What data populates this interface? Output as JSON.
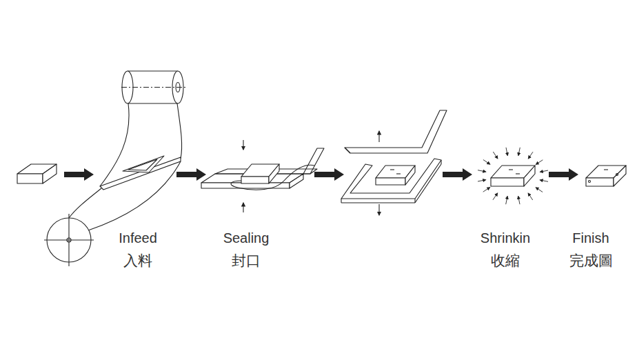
{
  "diagram": {
    "labels": [
      "Infeed",
      "入料",
      "Sealing",
      "封口",
      "Shrinkin",
      "收縮",
      "Finish",
      "完成圖"
    ]
  }
}
